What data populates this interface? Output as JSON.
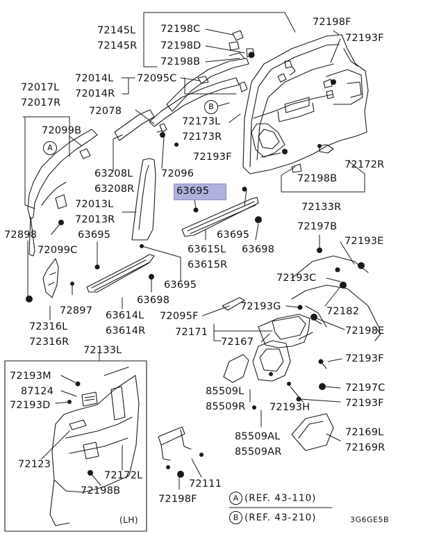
{
  "labels": {
    "p72145L": "72145L",
    "p72145R": "72145R",
    "p72198C": "72198C",
    "p72198D": "72198D",
    "p72198B_top": "72198B",
    "p72198F_top": "72198F",
    "p72193F_top": "72193F",
    "p72014L": "72014L",
    "p72014R": "72014R",
    "p72095C": "72095C",
    "p72017L": "72017L",
    "p72017R": "72017R",
    "p72078": "72078",
    "p72099B": "72099B",
    "p72173L": "72173L",
    "p72173R": "72173R",
    "p72193F_mid": "72193F",
    "p72172R": "72172R",
    "p72198B_mid": "72198B",
    "p72133R": "72133R",
    "p63208L": "63208L",
    "p63208R": "63208R",
    "p72096": "72096",
    "p63695_hl": "63695",
    "p72013L": "72013L",
    "p72013R": "72013R",
    "p72898": "72898",
    "p72099C": "72099C",
    "p63695_a": "63695",
    "p63695_b": "63695",
    "p63615L": "63615L",
    "p63615R": "63615R",
    "p63698_a": "63698",
    "p72197B": "72197B",
    "p72193E": "72193E",
    "p63695_c": "63695",
    "p72193C": "72193C",
    "p63698_b": "63698",
    "p72897": "72897",
    "p63614L": "63614L",
    "p63614R": "63614R",
    "p72193G": "72193G",
    "p72182": "72182",
    "p72095F": "72095F",
    "p72316L": "72316L",
    "p72316R": "72316R",
    "p72171": "72171",
    "p72198E": "72198E",
    "p72133L": "72133L",
    "p72167": "72167",
    "p72193F_r1": "72193F",
    "p72193M": "72193M",
    "p87124": "87124",
    "p72193D": "72193D",
    "p85509L": "85509L",
    "p85509R": "85509R",
    "p72193H": "72193H",
    "p72197C": "72197C",
    "p72193F_r2": "72193F",
    "p85509AL": "85509AL",
    "p85509AR": "85509AR",
    "p72169L": "72169L",
    "p72169R": "72169R",
    "p72123": "72123",
    "p72172L": "72172L",
    "p72111": "72111",
    "p72198B_inset": "72198B",
    "p72198F_bot": "72198F",
    "inset_lh": "(LH)",
    "catalog_code": "3G6GE5B"
  },
  "callouts": {
    "a": "A",
    "b": "B"
  },
  "references": {
    "ref_a_letter": "A",
    "ref_a_text": "(REF. 43-110)",
    "ref_b_letter": "B",
    "ref_b_text": "(REF. 43-210)"
  },
  "colors": {
    "highlight": "#aeb2dc",
    "ink": "#111111"
  }
}
